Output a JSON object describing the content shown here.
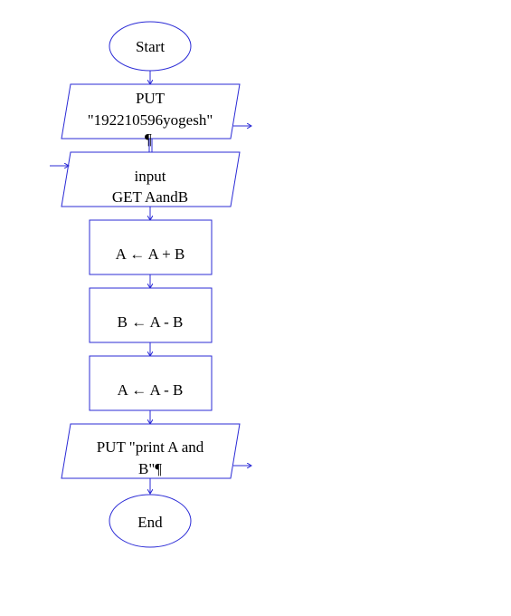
{
  "colors": {
    "stroke": "#2b2bd6",
    "fill": "#ffffff",
    "text": "#000000"
  },
  "nodes": {
    "start": {
      "label": "Start"
    },
    "output_id": {
      "line1": "PUT",
      "line2": "\"192210596yogesh\""
    },
    "input_ab": {
      "line1": "input",
      "line2": "GET AandB"
    },
    "step1": {
      "label": "A ← A + B"
    },
    "step2": {
      "label": "B ← A - B"
    },
    "step3": {
      "label": "A ← A - B"
    },
    "output_ab": {
      "line1": "PUT \"print A and",
      "line2": "B\"¶"
    },
    "end": {
      "label": "End"
    }
  },
  "marks": {
    "pilcrow": "¶"
  }
}
